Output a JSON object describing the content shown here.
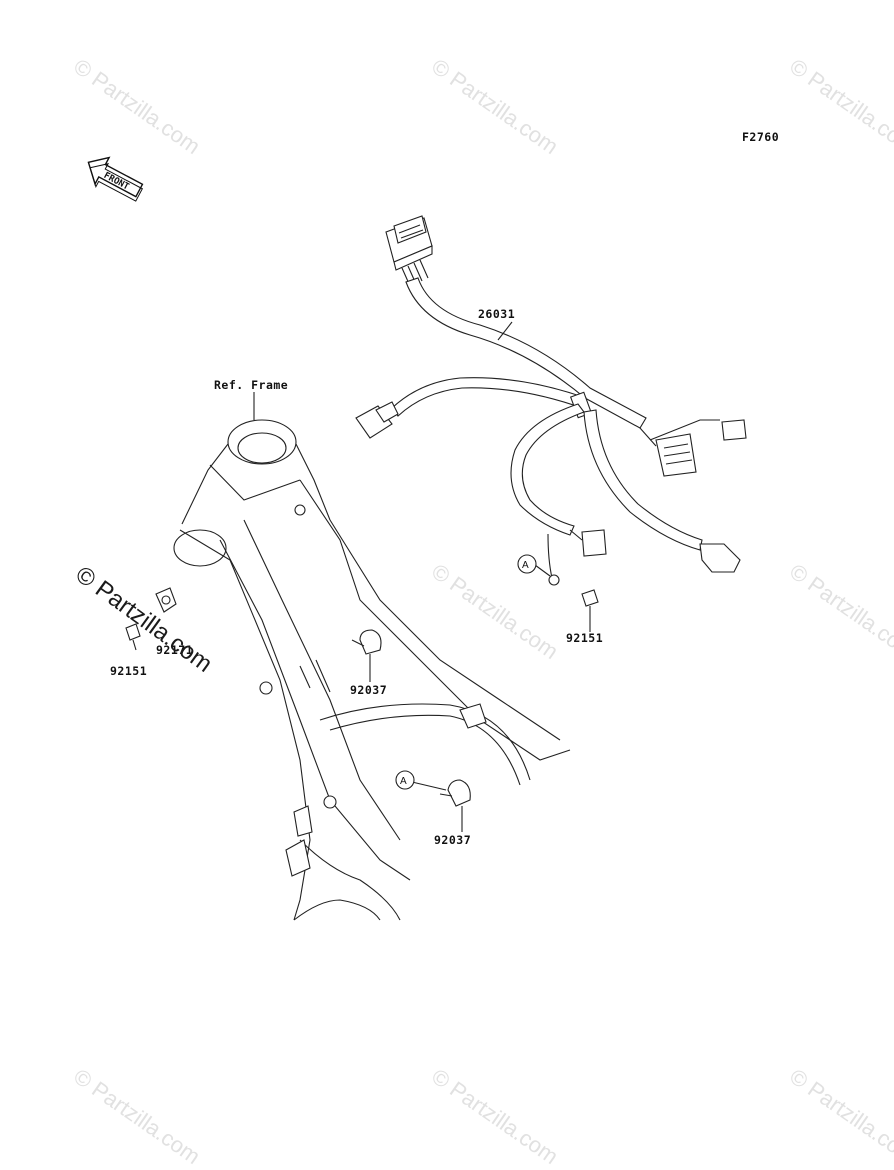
{
  "diagram": {
    "code": "F2760",
    "front_arrow": "FRONT",
    "ref_frame": "Ref. Frame",
    "callout_letter": "A",
    "part_numbers": {
      "harness": "26031",
      "bolt_right": "92151",
      "bolt_left": "92151",
      "clamp_left": "92171",
      "clamp_mid": "92037",
      "clamp_low": "92037"
    },
    "watermark": "© Partzilla.com"
  }
}
